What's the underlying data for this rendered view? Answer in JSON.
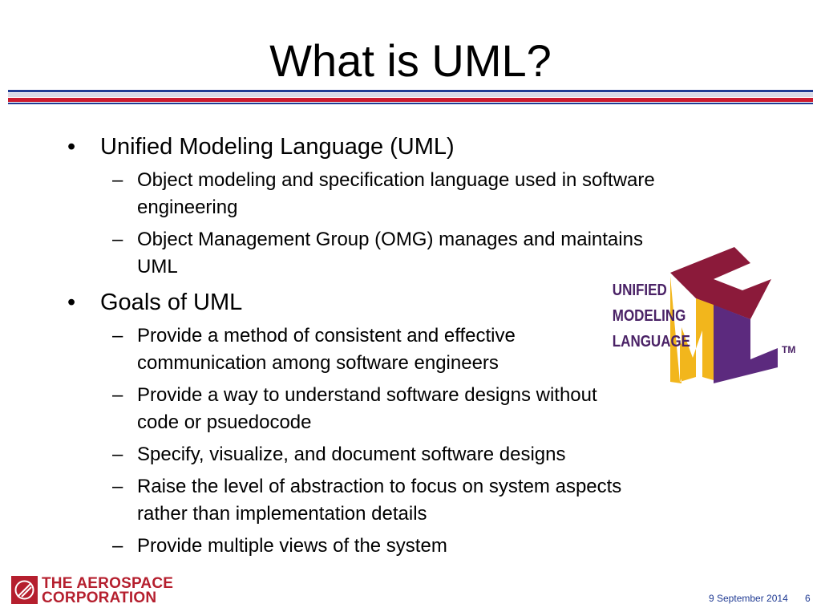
{
  "slide": {
    "title": "What is UML?",
    "bullets": [
      {
        "text": "Unified Modeling Language (UML)",
        "sub": [
          "Object modeling and specification language used in software engineering",
          "Object Management Group (OMG) manages and maintains UML"
        ]
      },
      {
        "text": "Goals of UML",
        "sub": [
          "Provide a method of consistent and effective communication among software engineers",
          "Provide a way to understand software designs without code or psuedocode",
          "Specify, visualize, and document software designs",
          "Raise the level of abstraction to focus on system aspects rather than implementation details",
          "Provide multiple views of the system"
        ]
      }
    ]
  },
  "logo": {
    "line1": "UNIFIED",
    "line2": "MODELING",
    "line3": "LANGUAGE",
    "tm": "TM",
    "colors": {
      "maroon": "#8b1a3a",
      "gold": "#f2b61c",
      "purple": "#5c2a7e",
      "text": "#4a2266"
    }
  },
  "footer": {
    "corp_line1": "THE AEROSPACE",
    "corp_line2": "CORPORATION",
    "date": "9 September 2014",
    "page": "6"
  },
  "colors": {
    "accent_blue": "#1f3a93",
    "accent_red": "#cc1a2e",
    "corp_red": "#b51f2e"
  }
}
